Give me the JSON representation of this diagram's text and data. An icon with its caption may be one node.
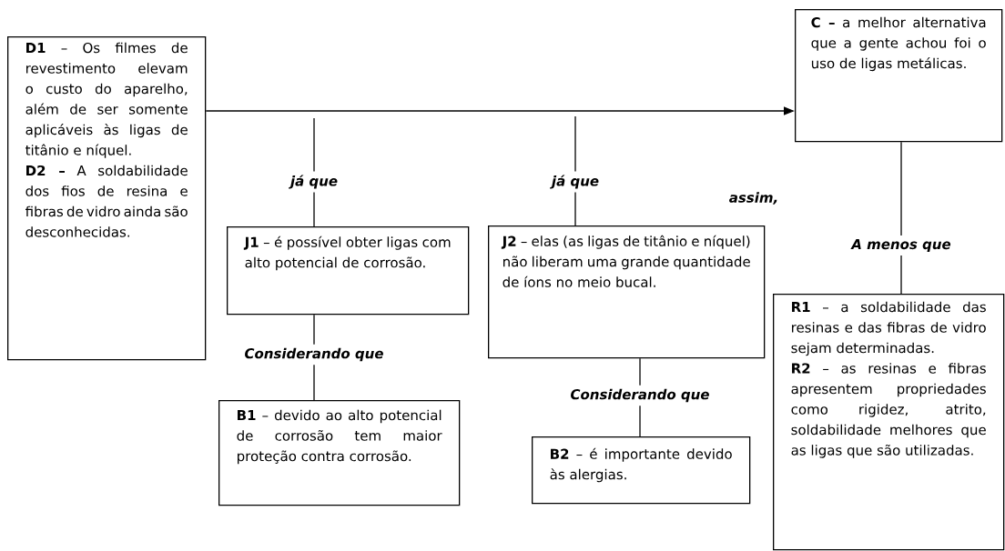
{
  "diagram": {
    "nodes": [
      {
        "text": [
          "**D1** – Os filmes de revestimento elevam o custo do aparelho, além de ser somente aplicáveis às ligas de titânio e níquel.",
          "**D2 –** A soldabilidade dos fios de resina e fibras de vidro ainda são desconhecidas."
        ]
      },
      {
        "text": [
          "**C –** a melhor alternativa que a gente achou foi o uso de ligas metálicas."
        ]
      },
      {
        "text": [
          "**J1** – é possível obter ligas com alto potencial de corrosão."
        ]
      },
      {
        "text": [
          "**J2** – elas (as ligas de titânio e níquel) não liberam uma grande quantidade de íons no meio bucal."
        ]
      },
      {
        "text": [
          "**B1** – devido ao alto potencial de corrosão tem maior proteção contra corrosão."
        ]
      },
      {
        "text": [
          "**B2** – é importante devido às alergias."
        ]
      },
      {
        "text": [
          "**R1** – a soldabilidade das resinas e das fibras de vidro sejam determinadas.",
          "**R2** – as resinas e fibras apresentem propriedades como rigidez, atrito, soldabilidade melhores que as ligas que são utilizadas."
        ]
      }
    ],
    "edges": [
      {
        "from": 0,
        "to": 1,
        "arrow": "to"
      },
      {
        "from": null,
        "to": 2,
        "arrow": "none",
        "label": "já que"
      },
      {
        "from": null,
        "to": 3,
        "arrow": "none",
        "label": "já que"
      },
      {
        "from": 1,
        "to": 6,
        "arrow": "none",
        "label": "A menos que"
      },
      {
        "from": 2,
        "to": 4,
        "arrow": "none",
        "label": "Considerando que"
      },
      {
        "from": 3,
        "to": 5,
        "arrow": "none",
        "label": "Considerando que"
      }
    ],
    "labels": [
      "assim,"
    ]
  }
}
